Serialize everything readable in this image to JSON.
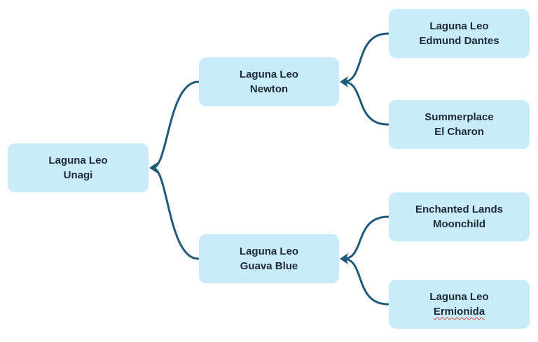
{
  "colors": {
    "node_fill": "#c8ecfa",
    "connector": "#1f5a7a",
    "text": "#1e2a33",
    "spell_underline": "#e0453a"
  },
  "nodes": {
    "root": {
      "line1": "Laguna Leo",
      "line2": "Unagi"
    },
    "newton": {
      "line1": "Laguna Leo",
      "line2": "Newton"
    },
    "guava": {
      "line1": "Laguna Leo",
      "line2": "Guava Blue"
    },
    "edmund": {
      "line1": "Laguna Leo",
      "line2": "Edmund Dantes"
    },
    "summer": {
      "line1": "Summerplace",
      "line2": "El Charon"
    },
    "ench": {
      "line1": "Enchanted Lands",
      "line2": "Moonchild"
    },
    "ermio": {
      "line1": "Laguna Leo",
      "line2": "Ermionida"
    }
  }
}
